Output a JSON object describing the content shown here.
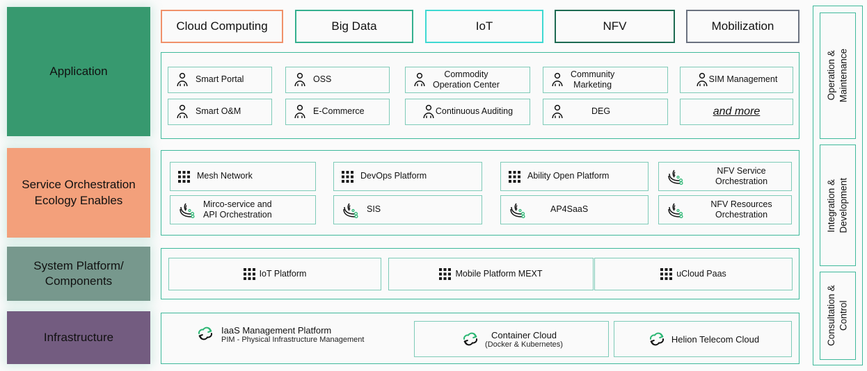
{
  "layers": [
    {
      "name": "Application",
      "color": "#37996f"
    },
    {
      "name": "Service Orchestration Ecology Enables",
      "color": "#f3a07b"
    },
    {
      "name": "System Platform/ Components",
      "color": "#77988d"
    },
    {
      "name": "Infrastructure",
      "color": "#735c80"
    }
  ],
  "tabs": [
    {
      "label": "Cloud Computing",
      "color": "#f0916a"
    },
    {
      "label": "Big Data",
      "color": "#35b08f"
    },
    {
      "label": "IoT",
      "color": "#3fd9d2"
    },
    {
      "label": "NFV",
      "color": "#1e6b52"
    },
    {
      "label": "Mobilization",
      "color": "#6b7280"
    }
  ],
  "application_items": [
    {
      "label": "Smart Portal",
      "icon": "person-icon"
    },
    {
      "label": "OSS",
      "icon": "person-icon"
    },
    {
      "label": "Commodity\nOperation Center",
      "icon": "person-icon"
    },
    {
      "label": "Community\nMarketing",
      "icon": "person-icon"
    },
    {
      "label": "SIM Management",
      "icon": "person-icon"
    },
    {
      "label": "Smart O&M",
      "icon": "person-icon"
    },
    {
      "label": "E-Commerce",
      "icon": "person-icon"
    },
    {
      "label": "Continuous Auditing",
      "icon": "person-icon"
    },
    {
      "label": "DEG",
      "icon": "person-icon"
    },
    {
      "label": "and more",
      "icon": "none"
    }
  ],
  "service_items": [
    {
      "label": "Mesh Network",
      "icon": "grid-icon"
    },
    {
      "label": "DevOps Platform",
      "icon": "grid-icon"
    },
    {
      "label": "Ability Open Platform",
      "icon": "grid-icon"
    },
    {
      "label": "NFV Service\nOrchestration",
      "icon": "orchestration-icon"
    },
    {
      "label": "Mirco-service and\nAPI Orchestration",
      "icon": "orchestration-icon"
    },
    {
      "label": "SIS",
      "icon": "orchestration-icon"
    },
    {
      "label": "AP4SaaS",
      "icon": "orchestration-icon"
    },
    {
      "label": "NFV Resources\nOrchestration",
      "icon": "orchestration-icon"
    }
  ],
  "system_items": [
    {
      "label": "IoT Platform",
      "icon": "grid-icon"
    },
    {
      "label": "Mobile Platform MEXT",
      "icon": "grid-icon"
    },
    {
      "label": "uCloud Paas",
      "icon": "grid-icon"
    }
  ],
  "infrastructure_items": [
    {
      "title": "IaaS Management Platform",
      "subtitle": "PIM - Physical Infrastructure Management",
      "icon": "cloud-sync-icon",
      "boxed": false
    },
    {
      "title": "Container Cloud",
      "subtitle": "(Docker & Kubernetes)",
      "icon": "cloud-sync-icon",
      "boxed": true
    },
    {
      "title": "Helion Telecom Cloud",
      "subtitle": "",
      "icon": "cloud-sync-icon",
      "boxed": true
    }
  ],
  "sidebar": [
    {
      "label": "Operation &\nMaintenance"
    },
    {
      "label": "Integration &\nDevelopment"
    },
    {
      "label": "Consultation & Control"
    }
  ],
  "colors": {
    "teal_border": "#3fb99b",
    "teal_light": "#7ecbb8",
    "panel_bg": "#fafafa",
    "icon_green": "#2bb673"
  }
}
